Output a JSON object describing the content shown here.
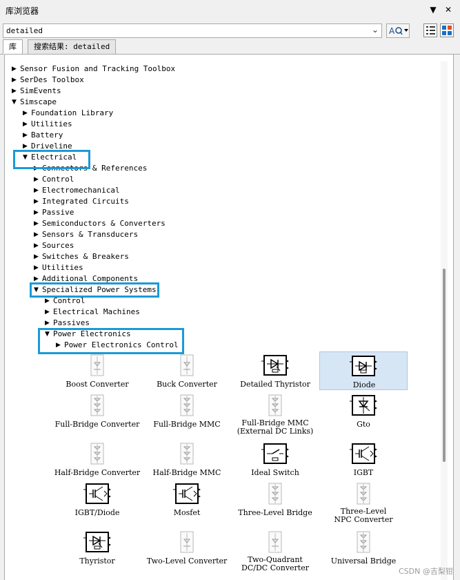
{
  "window": {
    "title": "库浏览器"
  },
  "search": {
    "value": "detailed"
  },
  "tabs": [
    {
      "label": "库"
    },
    {
      "label": "搜索结果: detailed"
    }
  ],
  "tree": [
    {
      "label": "Sensor Fusion and Tracking Toolbox",
      "expanded": false
    },
    {
      "label": "SerDes Toolbox",
      "expanded": false
    },
    {
      "label": "SimEvents",
      "expanded": false
    },
    {
      "label": "Simscape",
      "expanded": true
    },
    {
      "label": "Foundation Library",
      "expanded": false
    },
    {
      "label": "Utilities",
      "expanded": false
    },
    {
      "label": "Battery",
      "expanded": false
    },
    {
      "label": "Driveline",
      "expanded": false
    },
    {
      "label": "Electrical",
      "expanded": true
    },
    {
      "label": "Connectors & References",
      "expanded": false
    },
    {
      "label": "Control",
      "expanded": false
    },
    {
      "label": "Electromechanical",
      "expanded": false
    },
    {
      "label": "Integrated Circuits",
      "expanded": false
    },
    {
      "label": "Passive",
      "expanded": false
    },
    {
      "label": "Semiconductors & Converters",
      "expanded": false
    },
    {
      "label": "Sensors & Transducers",
      "expanded": false
    },
    {
      "label": "Sources",
      "expanded": false
    },
    {
      "label": "Switches & Breakers",
      "expanded": false
    },
    {
      "label": "Utilities",
      "expanded": false
    },
    {
      "label": "Additional Components",
      "expanded": false
    },
    {
      "label": "Specialized Power Systems",
      "expanded": true
    },
    {
      "label": "Control",
      "expanded": false
    },
    {
      "label": "Electrical Machines",
      "expanded": false
    },
    {
      "label": "Passives",
      "expanded": false
    },
    {
      "label": "Power Electronics",
      "expanded": true
    },
    {
      "label": "Power Electronics Control",
      "expanded": false
    }
  ],
  "blocks": [
    {
      "label": "Boost Converter",
      "icon": "converter-icon",
      "selected": false
    },
    {
      "label": "Buck Converter",
      "icon": "converter-icon",
      "selected": false
    },
    {
      "label": "Detailed Thyristor",
      "icon": "thyristor-icon",
      "selected": false
    },
    {
      "label": "Diode",
      "icon": "diode-icon",
      "selected": true
    },
    {
      "label": "Full-Bridge Converter",
      "icon": "bridge-icon",
      "selected": false
    },
    {
      "label": "Full-Bridge MMC",
      "icon": "bridge-icon",
      "selected": false
    },
    {
      "label": "Full-Bridge MMC\n(External DC Links)",
      "icon": "bridge-icon",
      "selected": false
    },
    {
      "label": "Gto",
      "icon": "gto-icon",
      "selected": false
    },
    {
      "label": "Half-Bridge Converter",
      "icon": "bridge-icon",
      "selected": false
    },
    {
      "label": "Half-Bridge MMC",
      "icon": "bridge-icon",
      "selected": false
    },
    {
      "label": "Ideal Switch",
      "icon": "switch-icon",
      "selected": false
    },
    {
      "label": "IGBT",
      "icon": "igbt-icon",
      "selected": false
    },
    {
      "label": "IGBT/Diode",
      "icon": "igbt-diode-icon",
      "selected": false
    },
    {
      "label": "Mosfet",
      "icon": "mosfet-icon",
      "selected": false
    },
    {
      "label": "Three-Level Bridge",
      "icon": "bridge-icon",
      "selected": false
    },
    {
      "label": "Three-Level\nNPC Converter",
      "icon": "bridge-icon",
      "selected": false
    },
    {
      "label": "Thyristor",
      "icon": "thyristor-icon",
      "selected": false
    },
    {
      "label": "Two-Level Converter",
      "icon": "converter-icon",
      "selected": false
    },
    {
      "label": "Two-Quadrant\nDC/DC Converter",
      "icon": "converter-icon",
      "selected": false
    },
    {
      "label": "Universal Bridge",
      "icon": "bridge-icon",
      "selected": false
    }
  ],
  "watermark": "CSDN @吉梨钳",
  "colors": {
    "highlight": "#1a9ad6",
    "selected_bg": "#d7e6f5"
  }
}
